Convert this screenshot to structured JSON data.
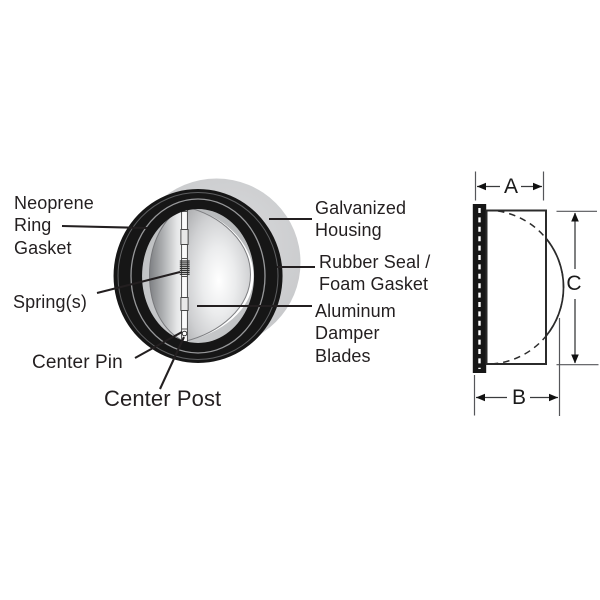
{
  "diagram": {
    "product_labels": {
      "neoprene_ring_gasket": "Neoprene\nRing\nGasket",
      "springs": "Spring(s)",
      "center_pin": "Center Pin",
      "center_post": "Center Post",
      "galvanized_housing": "Galvanized\nHousing",
      "rubber_seal_foam_gasket": "Rubber Seal /\nFoam Gasket",
      "aluminum_damper_blades": "Aluminum\nDamper\nBlades"
    },
    "dimension_labels": {
      "width_a": "A",
      "width_b": "B",
      "height_c": "C"
    },
    "colors": {
      "ring_black": "#161616",
      "housing_gray": "#c9cacc",
      "text": "#231f20",
      "background": "#ffffff"
    }
  }
}
